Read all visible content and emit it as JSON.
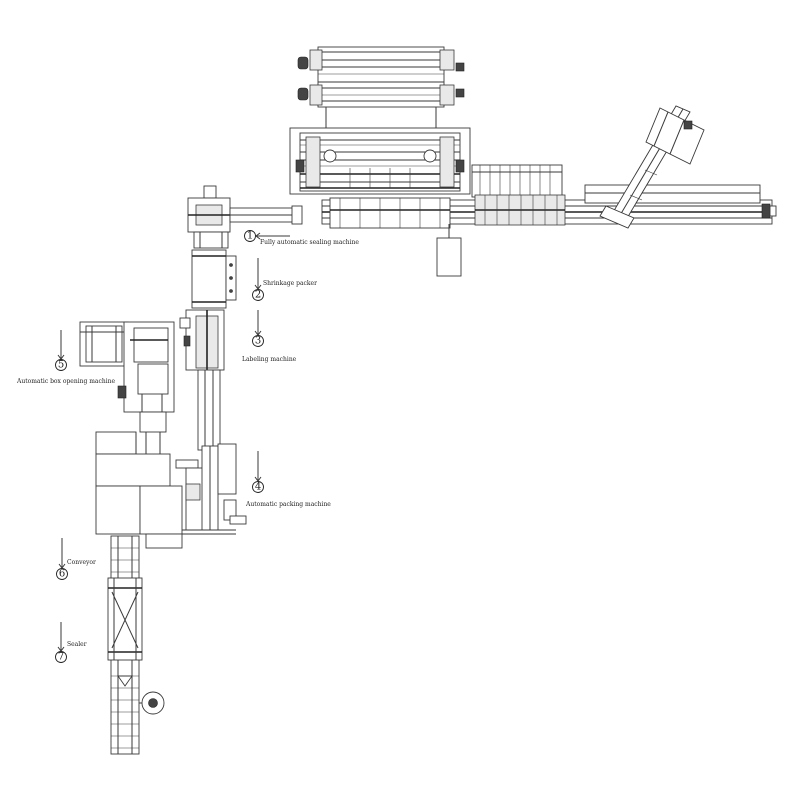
{
  "callouts": [
    {
      "number": "1",
      "label": "Fully automatic sealing machine"
    },
    {
      "number": "2",
      "label": "Shrinkage packer"
    },
    {
      "number": "3",
      "label": "Labeling machine"
    },
    {
      "number": "4",
      "label": "Automatic packing machine"
    },
    {
      "number": "5",
      "label": "Automatic box opening machine"
    },
    {
      "number": "6",
      "label": "Conveyor"
    },
    {
      "number": "7",
      "label": "Sealer"
    }
  ],
  "colors": {
    "line": "#3a3a3a",
    "background": "#ffffff"
  }
}
